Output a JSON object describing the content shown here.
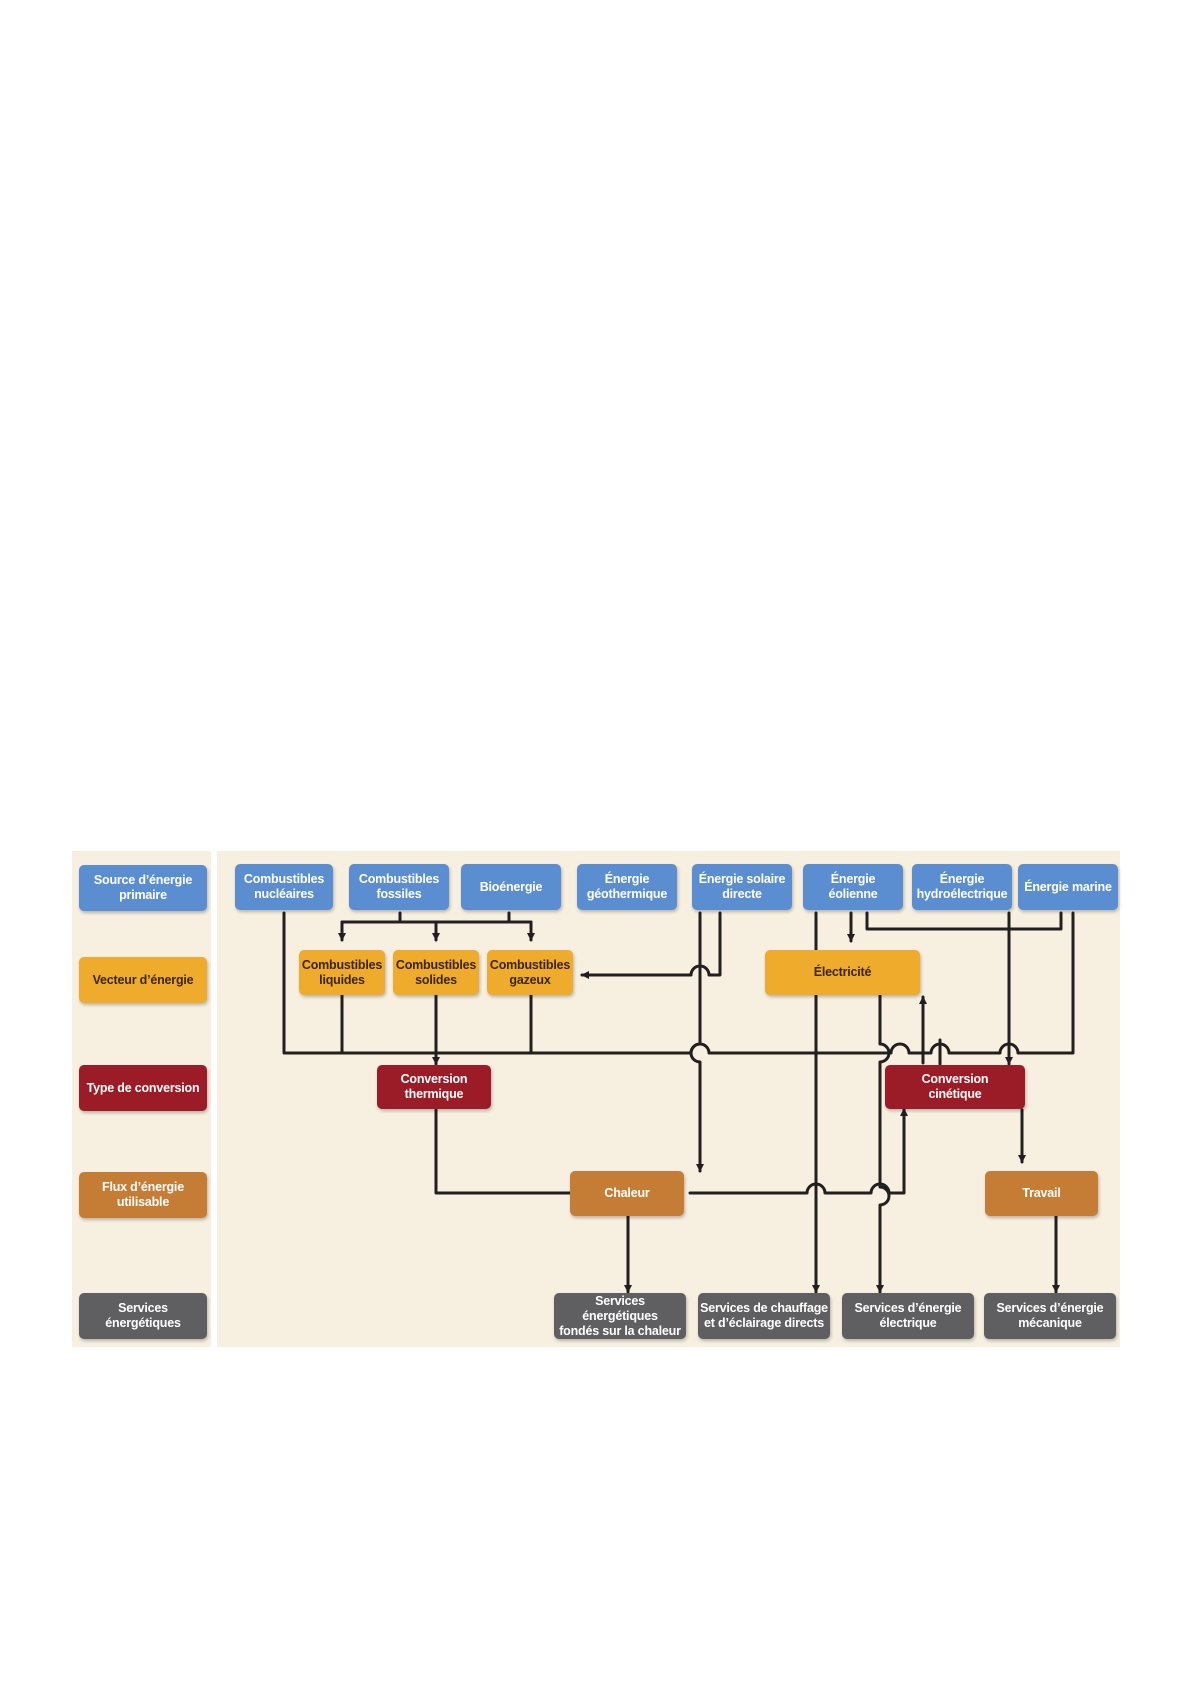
{
  "colors": {
    "source": "#5b8ed0",
    "vector": "#efab2c",
    "conversion": "#9b1c26",
    "flow": "#c57d35",
    "services": "#5f5f61",
    "background": "#f7f0e1",
    "line": "#231f20"
  },
  "rows": [
    {
      "label": "Source d’énergie\nprimaire"
    },
    {
      "label": "Vecteur d’énergie"
    },
    {
      "label": "Type de conversion"
    },
    {
      "label": "Flux d’énergie\nutilisable"
    },
    {
      "label": "Services\nénergétiques"
    }
  ],
  "sources": [
    {
      "label": "Combustibles\nnucléaires"
    },
    {
      "label": "Combustibles\nfossiles"
    },
    {
      "label": "Bioénergie"
    },
    {
      "label": "Énergie\ngéothermique"
    },
    {
      "label": "Énergie solaire\ndirecte"
    },
    {
      "label": "Énergie\néolienne"
    },
    {
      "label": "Énergie\nhydroélectrique"
    },
    {
      "label": "Énergie marine"
    }
  ],
  "vectors": [
    {
      "label": "Combustibles\nliquides"
    },
    {
      "label": "Combustibles\nsolides"
    },
    {
      "label": "Combustibles\ngazeux"
    },
    {
      "label": "Électricité"
    }
  ],
  "conversions": [
    {
      "label": "Conversion\nthermique"
    },
    {
      "label": "Conversion\ncinétique"
    }
  ],
  "flows": [
    {
      "label": "Chaleur"
    },
    {
      "label": "Travail"
    }
  ],
  "services": [
    {
      "label": "Services énergétiques\nfondés sur la chaleur"
    },
    {
      "label": "Services de chauffage\net d’éclairage directs"
    },
    {
      "label": "Services d’énergie\nélectrique"
    },
    {
      "label": "Services d’énergie\nmécanique"
    }
  ]
}
